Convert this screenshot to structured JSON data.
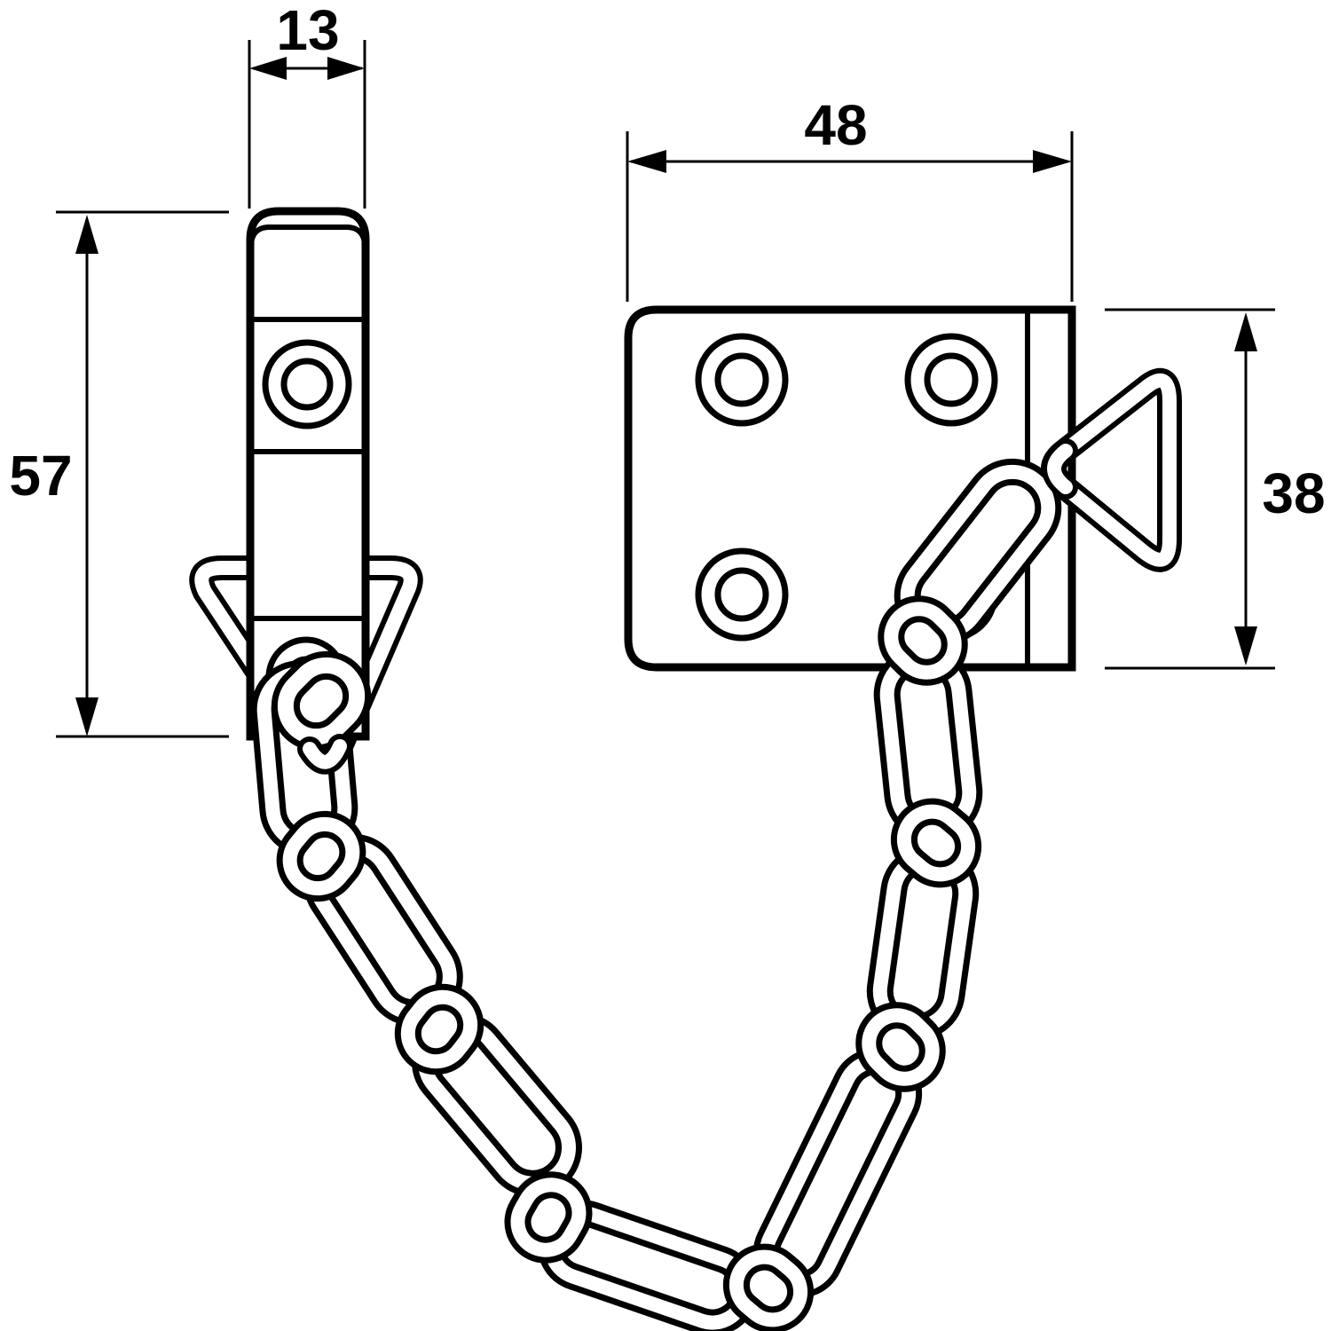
{
  "drawing": {
    "type": "technical-dimension-drawing",
    "subject": "door-security-chain",
    "colors": {
      "line": "#000000",
      "background": "#ffffff"
    },
    "dimensions": {
      "slide_plate_width": "13",
      "slide_plate_height": "57",
      "mount_plate_width": "48",
      "mount_plate_height": "38"
    }
  }
}
